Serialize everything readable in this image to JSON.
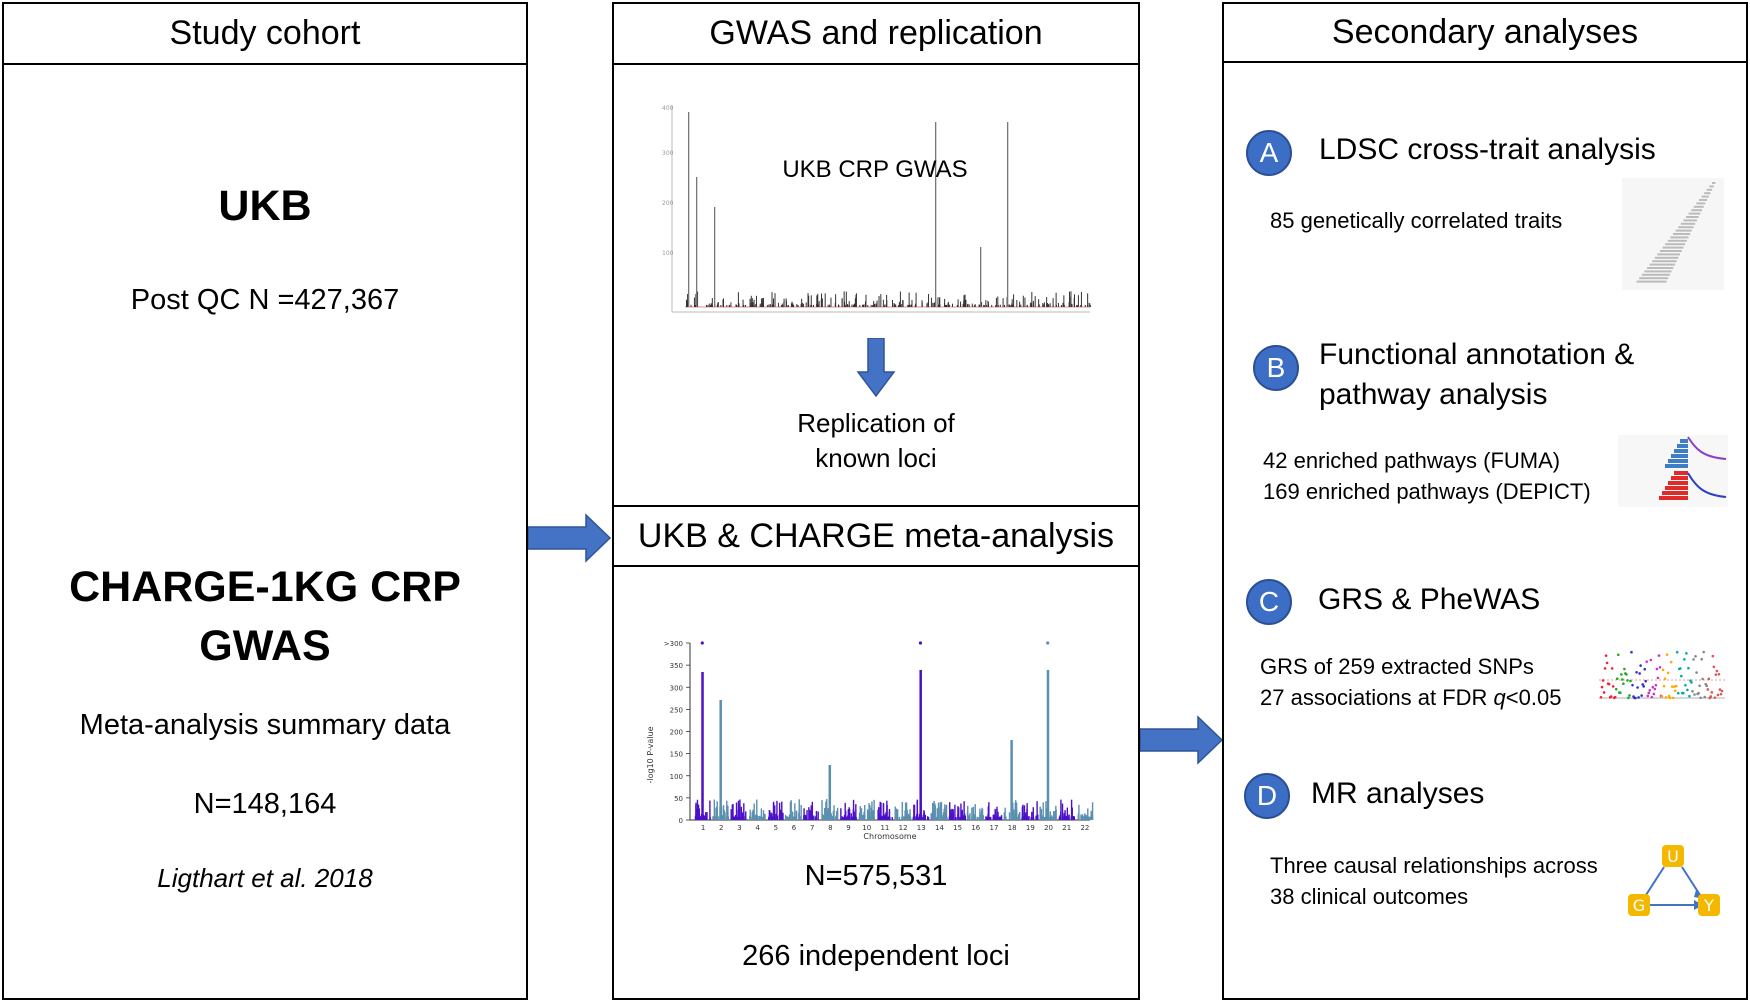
{
  "panels": {
    "cohort": {
      "header": "Study cohort",
      "ukb_title": "UKB",
      "ukb_n": "Post QC N =427,367",
      "charge_title_line1": "CHARGE-1KG CRP",
      "charge_title_line2": "GWAS",
      "charge_subtitle": "Meta-analysis summary data",
      "charge_n": "N=148,164",
      "citation": "Ligthart et al. 2018"
    },
    "gwas": {
      "header": "GWAS and replication",
      "plot_label": "UKB CRP GWAS",
      "replication_line1": "Replication of",
      "replication_line2": "known loci"
    },
    "meta": {
      "header": "UKB & CHARGE meta-analysis",
      "n": "N=575,531",
      "loci": "266 independent loci",
      "y_axis_label": "-log10 P-value",
      "x_axis_label": "Chromosome",
      "y_ticks": [
        ">300",
        "350",
        "300",
        "250",
        "200",
        "150",
        "100",
        "50",
        "0"
      ],
      "x_ticks": [
        "1",
        "2",
        "3",
        "4",
        "5",
        "6",
        "7",
        "8",
        "9",
        "10",
        "11",
        "12",
        "13",
        "14",
        "15",
        "16",
        "17",
        "18",
        "19",
        "20",
        "21",
        "22"
      ]
    },
    "secondary": {
      "header": "Secondary analyses",
      "items": [
        {
          "letter": "A",
          "title": "LDSC cross-trait analysis",
          "line1": "85 genetically correlated traits",
          "line2": ""
        },
        {
          "letter": "B",
          "title": "Functional annotation &",
          "title2": "pathway analysis",
          "line1": "42 enriched pathways (FUMA)",
          "line2": "169 enriched pathways (DEPICT)"
        },
        {
          "letter": "C",
          "title": "GRS & PheWAS",
          "line1": "GRS of 259 extracted SNPs",
          "line2_prefix": "27 associations at FDR ",
          "line2_italic": "q",
          "line2_suffix": "<0.05"
        },
        {
          "letter": "D",
          "title": "MR analyses",
          "line1": "Three causal relationships across",
          "line2": "38 clinical outcomes"
        }
      ],
      "dag_nodes": [
        "U",
        "G",
        "Y"
      ]
    }
  },
  "colors": {
    "arrow": "#4472c4",
    "circle": "#3d6ec6",
    "manhattan_a": "#4b10c8",
    "manhattan_b": "#5b8fb0",
    "dag_node": "#f5b800"
  }
}
